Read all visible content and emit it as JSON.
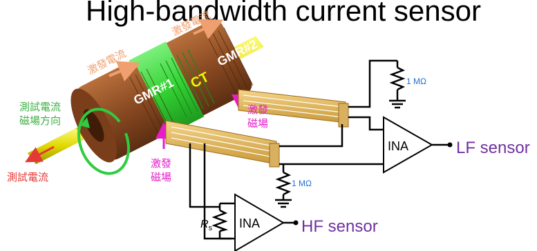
{
  "title": "High-bandwidth current sensor",
  "labels": {
    "excite_current": "激發電流",
    "gmr1": "GMR#1",
    "gmr2": "GMR#2",
    "ct": "CT",
    "test_field_direction_line1": "測試電流",
    "test_field_direction_line2": "磁場方向",
    "test_current": "測試電流",
    "excite_field_line1": "激發",
    "excite_field_line2": "磁場",
    "resistor_value": "1 MΩ",
    "amp": "INA",
    "lf_output": "LF sensor",
    "hf_output": "HF sensor",
    "rs_symbol": "R",
    "rs_subscript": "s"
  },
  "colors": {
    "salmon": "#f0a070",
    "green_text": "#3cb043",
    "green_arrow": "#2ecc40",
    "magenta": "#e61ec8",
    "red": "#e53935",
    "purple": "#7030a0",
    "blue_value": "#1f6fd1",
    "rod": "#e6e600",
    "core": "#8a4a22",
    "ct_green": "#35d335"
  }
}
